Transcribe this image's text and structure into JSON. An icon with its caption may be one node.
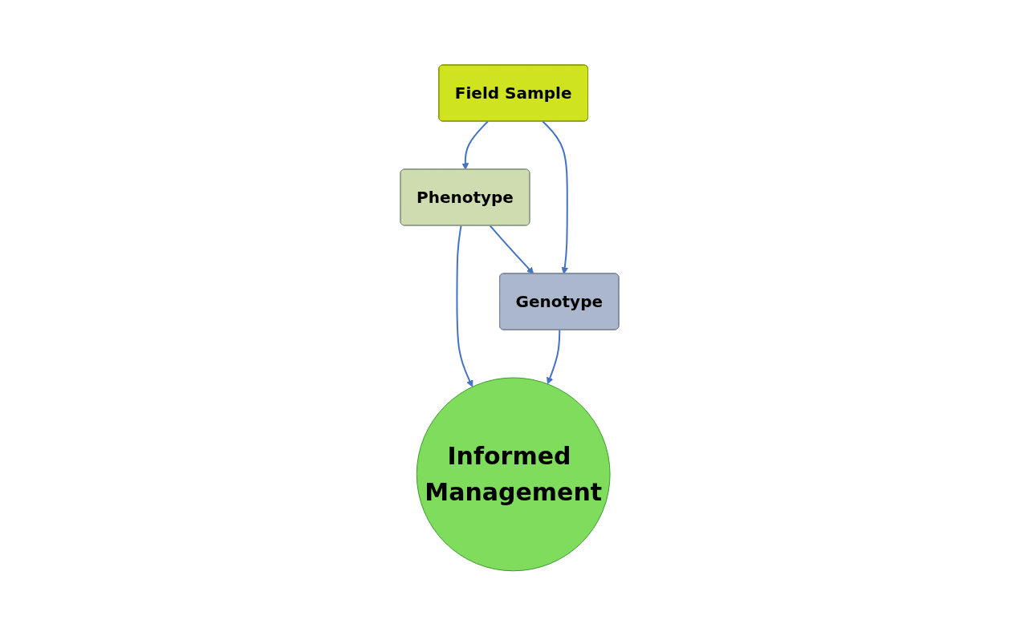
{
  "diagram": {
    "nodes": [
      {
        "text": [
          "Field Sample"
        ]
      },
      {
        "text": [
          "Phenotype"
        ]
      },
      {
        "text": [
          "Genotype"
        ]
      },
      {
        "text": [
          "Informed Management"
        ]
      }
    ],
    "edges": [
      {
        "from": 0,
        "to": 1,
        "arrow": "to"
      },
      {
        "from": 1,
        "to": 2,
        "arrow": "to"
      },
      {
        "from": 0,
        "to": 2,
        "arrow": "to"
      },
      {
        "from": 1,
        "to": 3,
        "arrow": "to"
      },
      {
        "from": 2,
        "to": 3,
        "arrow": "to"
      }
    ]
  }
}
